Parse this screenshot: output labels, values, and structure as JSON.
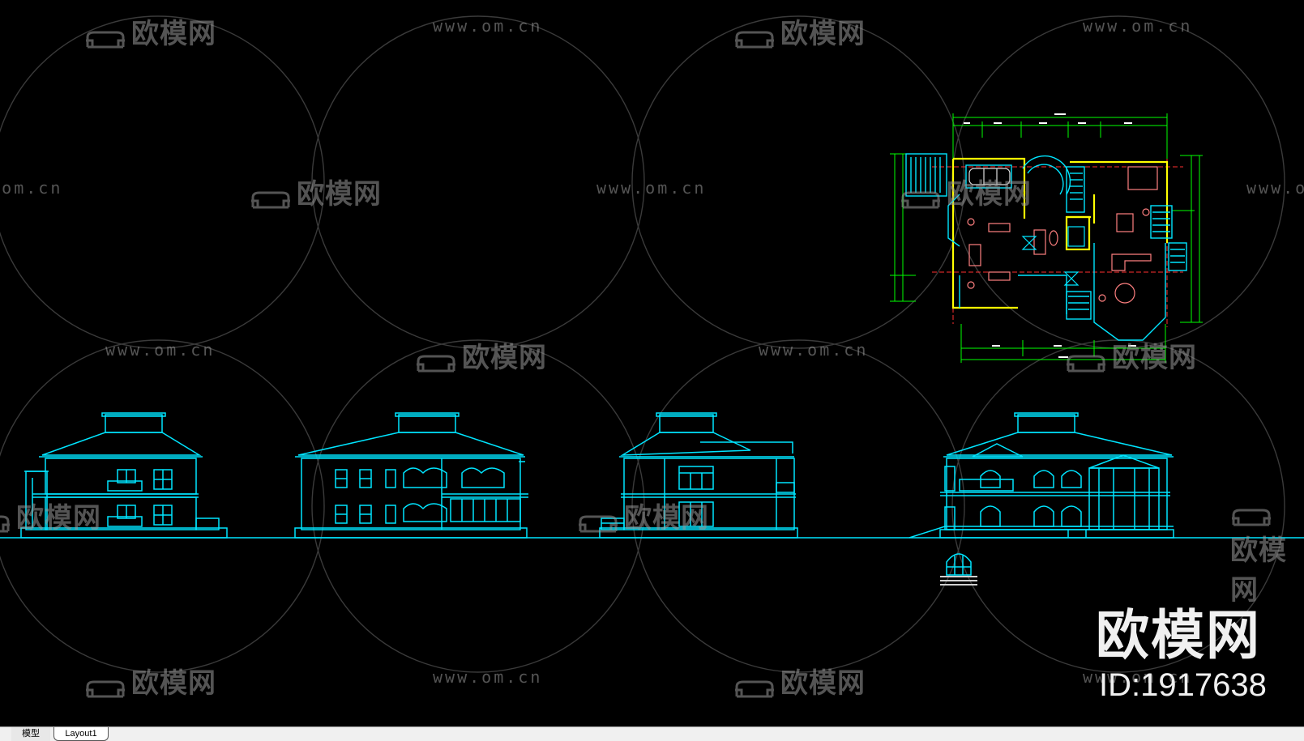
{
  "watermark": {
    "brand": "欧模网",
    "url": "www.om.cn"
  },
  "corner": {
    "logo": "欧模网",
    "id_label": "ID:1917638"
  },
  "tabs": [
    {
      "label": "模型"
    },
    {
      "label": "Layout1"
    }
  ],
  "colors": {
    "background": "#000000",
    "cad_cyan": "#00e5ff",
    "cad_yellow": "#ffff00",
    "cad_green": "#00ff00",
    "cad_red": "#ff3030",
    "cad_pink": "#ff8080",
    "watermark_gray": "#9a9a9a",
    "tabbar": "#f0f0f0"
  }
}
